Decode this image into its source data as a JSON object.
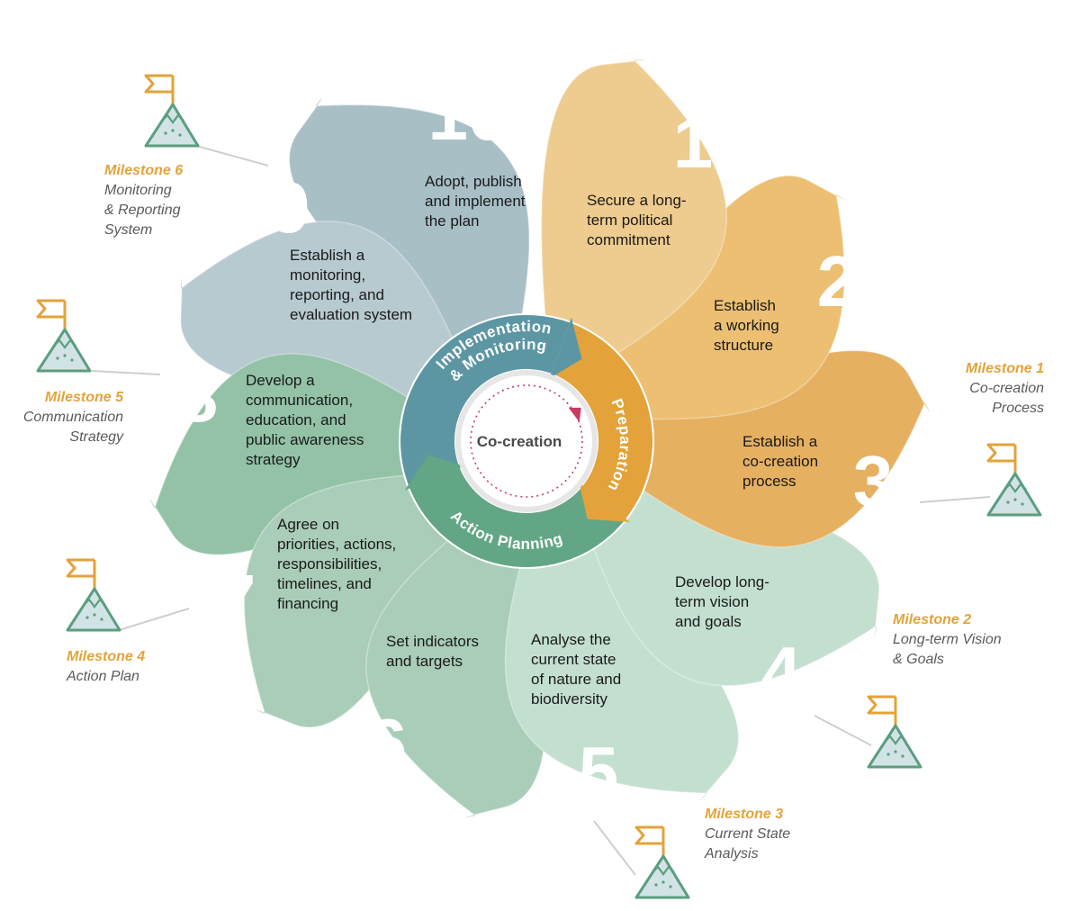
{
  "center": {
    "label": "Co-creation"
  },
  "phases": [
    {
      "label": "Preparation"
    },
    {
      "label": "Action Planning"
    },
    {
      "label": "Implementation"
    },
    {
      "label": "& Monitoring"
    }
  ],
  "steps": [
    {
      "number": "1",
      "lines": [
        "Secure a long-",
        "term political",
        "commitment"
      ]
    },
    {
      "number": "2",
      "lines": [
        "Establish",
        "a working",
        "structure"
      ]
    },
    {
      "number": "3",
      "lines": [
        "Establish a",
        "co-creation",
        "process"
      ]
    },
    {
      "number": "4",
      "lines": [
        "Develop long-",
        "term vision",
        "and goals"
      ]
    },
    {
      "number": "5",
      "lines": [
        "Analyse the",
        "current state",
        "of nature and",
        "biodiversity"
      ]
    },
    {
      "number": "6",
      "lines": [
        "Set indicators",
        "and targets"
      ]
    },
    {
      "number": "7",
      "lines": [
        "Agree on",
        "priorities, actions,",
        "responsibilities,",
        "timelines, and",
        "financing"
      ]
    },
    {
      "number": "8",
      "lines": [
        "Develop a",
        "communication,",
        "education, and",
        "public awareness",
        "strategy"
      ]
    },
    {
      "number": "9",
      "lines": [
        "Establish a",
        "monitoring,",
        "reporting, and",
        "evaluation system"
      ]
    },
    {
      "number": "10",
      "lines": [
        "Adopt, publish",
        "and implement",
        "the plan"
      ]
    }
  ],
  "milestones": [
    {
      "title": "Milestone 1",
      "lines": [
        "Co-creation",
        "Process"
      ]
    },
    {
      "title": "Milestone 2",
      "lines": [
        "Long-term Vision",
        "& Goals"
      ]
    },
    {
      "title": "Milestone 3",
      "lines": [
        "Current State",
        "Analysis"
      ]
    },
    {
      "title": "Milestone 4",
      "lines": [
        "Action Plan"
      ]
    },
    {
      "title": "Milestone 5",
      "lines": [
        "Communication",
        "Strategy"
      ]
    },
    {
      "title": "Milestone 6",
      "lines": [
        "Monitoring",
        "& Reporting",
        "System"
      ]
    }
  ],
  "colors": {
    "preparation_light": "#eecb8e",
    "preparation_mid": "#ecbf72",
    "preparation_dark": "#e6b061",
    "preparation_band": "#e3a33a",
    "action_light": "#c3dfd0",
    "action_mid": "#a9cdb8",
    "action_dark": "#93c2a6",
    "action_band": "#62a685",
    "implementation_light": "#b7cad0",
    "implementation_mid": "#a8bfc6",
    "implementation_band": "#5d96a3",
    "milestone_title": "#e3a33a",
    "mountain": "#5b9e7e"
  }
}
